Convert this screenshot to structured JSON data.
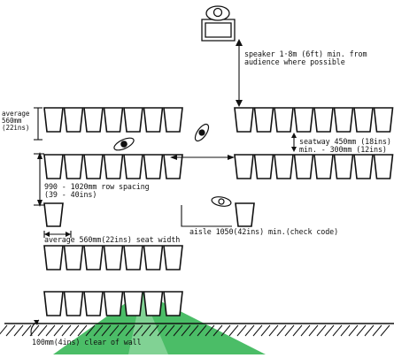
{
  "labels": {
    "speaker": [
      "speaker 1·8m (6ft) min. from",
      "audience where possible"
    ],
    "seat_depth": [
      "average",
      "560mm",
      "(22ins)"
    ],
    "seatway": [
      "seatway 450mm (18ins)",
      "min. - 300mm (12ins)"
    ],
    "row_spacing": [
      "990 - 1020mm row spacing",
      "(39 - 40ins)"
    ],
    "aisle": "aisle 1050(42ins) min.(check code)",
    "seat_width": "average 560mm(22ins) seat width",
    "wall_clearance": "100mm(4ins) clear of wall"
  },
  "colors": {
    "line": "#111111",
    "watermark": "#2bb24c"
  }
}
